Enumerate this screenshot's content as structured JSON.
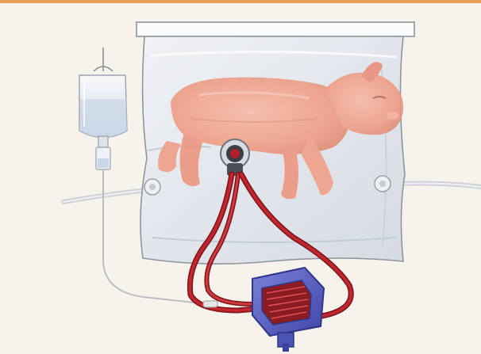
{
  "image": {
    "kind": "medical-illustration",
    "elements": [
      "iv-fluid-bag",
      "drip-chamber",
      "fluid-line",
      "biobag-container",
      "fetal-lamb",
      "umbilical-cannula-connector",
      "blood-tubing-artery",
      "blood-tubing-vein",
      "oxygenator",
      "bag-port-left",
      "bag-port-right",
      "side-tube"
    ]
  },
  "colors": {
    "background": "#f6f3ec",
    "top-band": "#e8a05a",
    "bag-fill": "#e6e9ee",
    "lamb": "#f2a894",
    "blood": "#b41e28",
    "oxygenator": "#5b63c4"
  }
}
